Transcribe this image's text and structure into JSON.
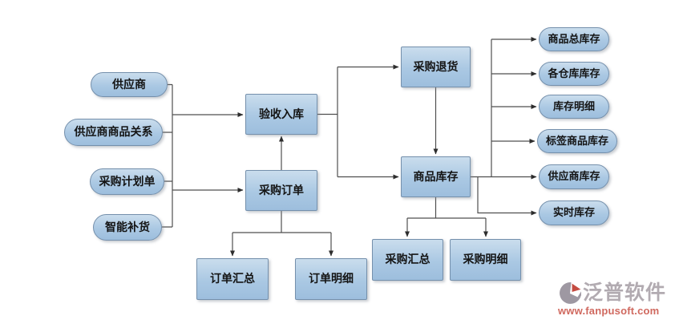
{
  "nodes": {
    "supplier": {
      "label": "供应商"
    },
    "supplier_product_relation": {
      "label": "供应商商品关系"
    },
    "purchase_plan": {
      "label": "采购计划单"
    },
    "smart_replenishment": {
      "label": "智能补货"
    },
    "acceptance_warehousing": {
      "label": "验收入库"
    },
    "purchase_order": {
      "label": "采购订单"
    },
    "order_summary": {
      "label": "订单汇总"
    },
    "order_detail": {
      "label": "订单明细"
    },
    "purchase_return": {
      "label": "采购退货"
    },
    "product_inventory": {
      "label": "商品库存"
    },
    "purchase_summary": {
      "label": "采购汇总"
    },
    "purchase_detail": {
      "label": "采购明细"
    },
    "total_product_inventory": {
      "label": "商品总库存"
    },
    "warehouse_inventory": {
      "label": "各仓库库存"
    },
    "inventory_detail": {
      "label": "库存明细"
    },
    "tagged_product_inventory": {
      "label": "标签商品库存"
    },
    "supplier_inventory": {
      "label": "供应商库存"
    },
    "realtime_inventory": {
      "label": "实时库存"
    }
  },
  "edges": [
    {
      "from": [
        "供应商",
        "供应商商品关系",
        "采购计划单",
        "智能补货"
      ],
      "to": [
        "验收入库",
        "采购订单"
      ]
    },
    {
      "from": "采购订单",
      "to": "验收入库"
    },
    {
      "from": "采购订单",
      "to": [
        "订单汇总",
        "订单明细"
      ]
    },
    {
      "from": "验收入库",
      "to": [
        "采购退货",
        "商品库存"
      ]
    },
    {
      "from": "采购退货",
      "to": "商品库存"
    },
    {
      "from": "商品库存",
      "to": [
        "采购汇总",
        "采购明细",
        "商品总库存",
        "各仓库库存",
        "库存明细",
        "标签商品库存",
        "供应商库存",
        "实时库存"
      ]
    }
  ],
  "watermark": {
    "brand": "泛普软件",
    "url": "www.fanpusoft.com"
  },
  "colors": {
    "node_fill_top": "#cadded",
    "node_fill_bottom": "#9dbedd",
    "node_border": "#7590ac",
    "connector": "#4f4f4f",
    "brand_gray": "#b2abb1",
    "brand_red": "#d0695f"
  }
}
